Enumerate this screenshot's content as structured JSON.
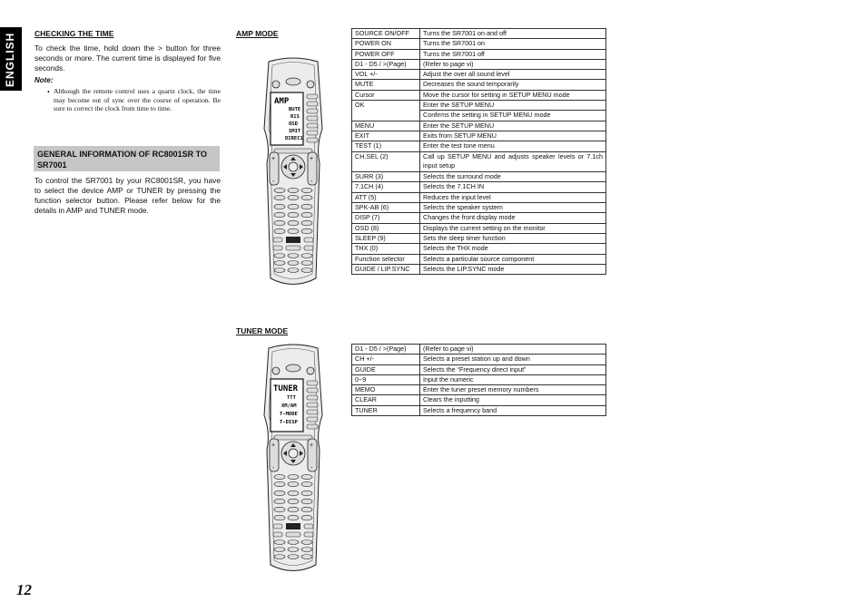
{
  "side_tab": "ENGLISH",
  "checking_time": {
    "heading": "CHECKING THE TIME",
    "body": "To check the time, hold down the > button for three seconds or more. The current time is displayed for five seconds.",
    "note_label": "Note:",
    "note_bullet": "•",
    "note_text": "Although the remote control uses a quartz clock, the time may become out of sync over the course of operation. Be sure to correct the clock from time to time."
  },
  "general_info": {
    "heading": "GENERAL INFORMATION OF RC8001SR TO SR7001",
    "body": "To control the SR7001 by your RC8001SR, you have to select the device AMP or TUNER by pressing the function selector button. Please refer  below for the details in AMP and TUNER mode."
  },
  "amp_mode": {
    "heading": "AMP MODE",
    "display_lines": [
      "AMP",
      "BUTE",
      "R1S",
      "OSD",
      "SMIT",
      "DIREC1"
    ],
    "rows": [
      {
        "key": "SOURCE ON/OFF",
        "desc": "Turns the SR7001 on and off"
      },
      {
        "key": "POWER ON",
        "desc": "Turns the SR7001 on"
      },
      {
        "key": "POWER OFF",
        "desc": "Turns the SR7001 off"
      },
      {
        "key": "D1 - D5 / >(Page)",
        "desc": "(Refer to page vi)"
      },
      {
        "key": "VOL +/-",
        "desc": "Adjust the over all sound level"
      },
      {
        "key": "MUTE",
        "desc": "Decreases the sound temporarily"
      },
      {
        "key": "Cursor",
        "desc": "Move the cursor for setting in SETUP MENU mode"
      },
      {
        "key": "OK",
        "desc": "Enter the SETUP MENU"
      },
      {
        "key": "",
        "desc": "Confirms the setting in SETUP MENU mode"
      },
      {
        "key": "MENU",
        "desc": "Enter the SETUP MENU"
      },
      {
        "key": "EXIT",
        "desc": "Exits from SETUP MENU"
      },
      {
        "key": "TEST (1)",
        "desc": "Enter the test tone menu"
      },
      {
        "key": "CH.SEL (2)",
        "desc": "Call up SETUP MENU and adjusts speaker levels or 7.1ch input setup"
      },
      {
        "key": "SURR (3)",
        "desc": "Selects the surround mode"
      },
      {
        "key": "7.1CH  (4)",
        "desc": "Selects the 7.1CH IN"
      },
      {
        "key": "ATT (5)",
        "desc": "Reduces the input level"
      },
      {
        "key": "SPK-AB (6)",
        "desc": "Selects the speaker system"
      },
      {
        "key": "DISP (7)",
        "desc": "Changes the front display mode"
      },
      {
        "key": "OSD (8)",
        "desc": "Displays the current setting on the monitor"
      },
      {
        "key": "SLEEP (9)",
        "desc": "Sets the sleep timer function"
      },
      {
        "key": "THX (0)",
        "desc": "Selects the THX mode"
      },
      {
        "key": "Function selector",
        "desc": "Selects a particular source component"
      },
      {
        "key": "GUIDE / LIP.SYNC",
        "desc": "Selects the LIP.SYNC mode"
      }
    ]
  },
  "tuner_mode": {
    "heading": "TUNER MODE",
    "display_lines": [
      "TUNER",
      "TTT",
      "XM/AM",
      "T-MODE",
      "T-DISP"
    ],
    "rows": [
      {
        "key": "D1 - D5 / >(Page)",
        "desc": "(Refer to page vi)"
      },
      {
        "key": "CH +/-",
        "desc": "Selects a preset station up and down"
      },
      {
        "key": "GUIDE",
        "desc": "Selects the “Frequency direct input”"
      },
      {
        "key": "0~9",
        "desc": "Input the numeric"
      },
      {
        "key": "MEMO",
        "desc": "Enter the tuner preset memory numbers"
      },
      {
        "key": "CLEAR",
        "desc": "Clears the inputting"
      },
      {
        "key": "TUNER",
        "desc": "Selects a frequency band"
      }
    ]
  },
  "page_number": "12"
}
